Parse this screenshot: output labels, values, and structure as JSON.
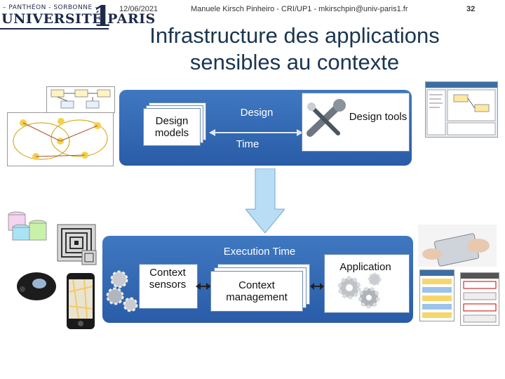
{
  "header": {
    "logo_top": "– PANTHÉON - SORBONNE –",
    "logo_main": "UNIVERSITÉ PARIS",
    "logo_num": "1",
    "date": "12/06/2021",
    "author": "Manuele Kirsch Pinheiro - CRI/UP1 - mkirschpin@univ-paris1.fr",
    "page": "32"
  },
  "title": "Infrastructure des applications sensibles au contexte",
  "design_panel": {
    "models": "Design models",
    "design": "Design",
    "time": "Time",
    "tools": "Design tools"
  },
  "execution_panel": {
    "title": "Execution Time",
    "sensors": "Context sensors",
    "management": "Context management",
    "application": "Application"
  },
  "colors": {
    "panel_blue": "#2a5ca8",
    "arrow_fill": "#b9ddf5",
    "title_color": "#1a3550"
  }
}
